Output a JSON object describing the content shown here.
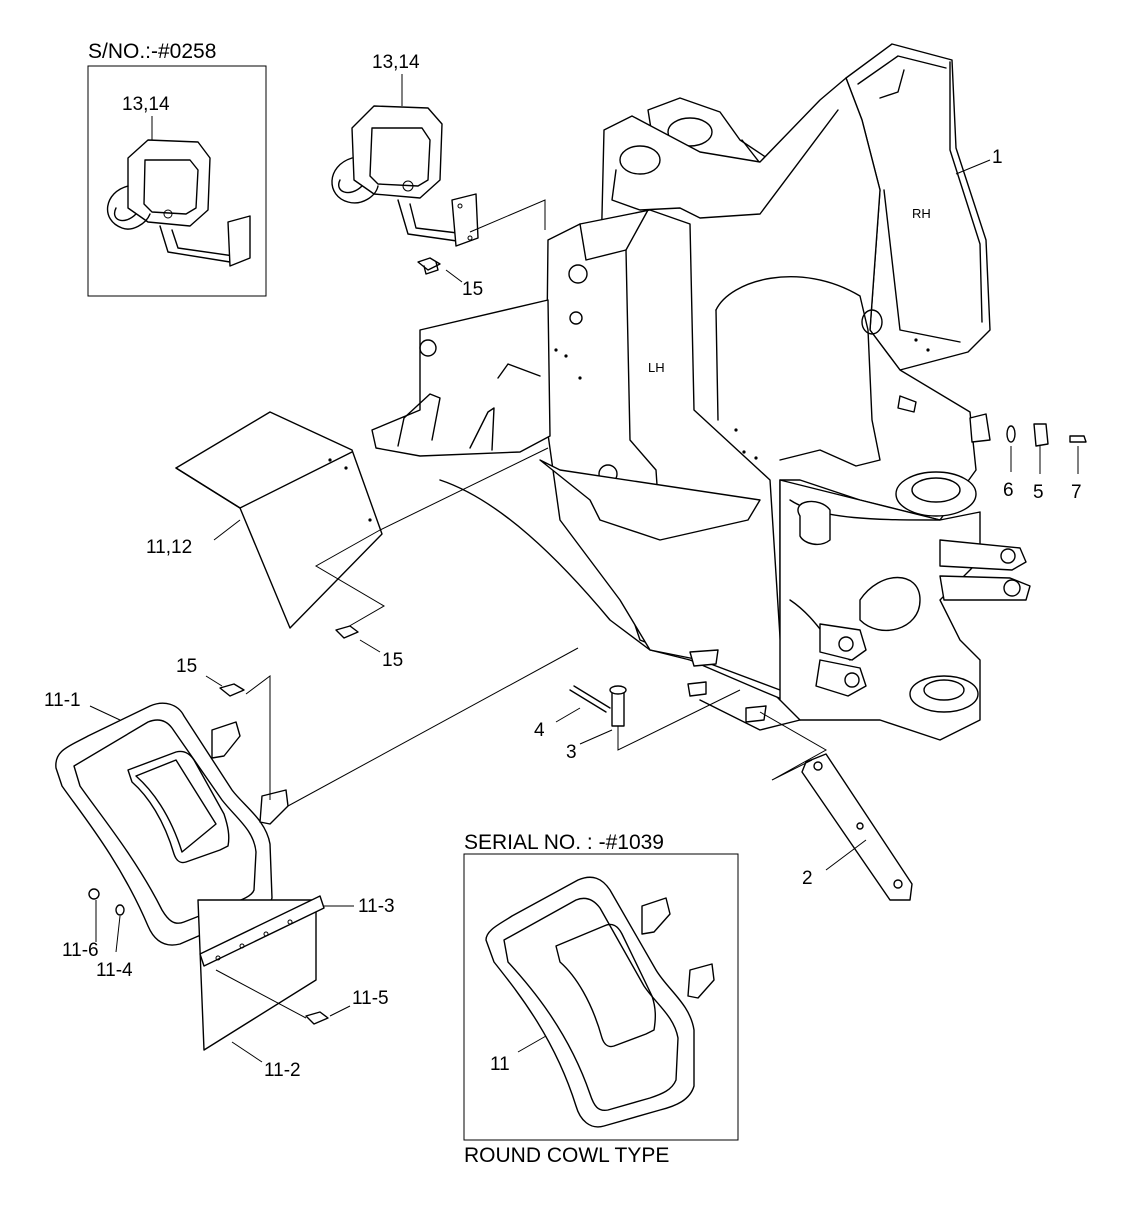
{
  "insets": {
    "early_serial": {
      "caption": "S/NO.:-#0258",
      "part_label": "13,14"
    },
    "round_cowl": {
      "caption_top": "SERIAL NO. : -#1039",
      "caption_bottom": "ROUND COWL TYPE",
      "part_label": "11"
    }
  },
  "callouts": {
    "p1": "1",
    "p2": "2",
    "p3": "3",
    "p4": "4",
    "p5": "5",
    "p6": "6",
    "p7": "7",
    "p11_1": "11-1",
    "p11_2": "11-2",
    "p11_3": "11-3",
    "p11_4": "11-4",
    "p11_5": "11-5",
    "p11_6": "11-6",
    "p11_12": "11,12",
    "p13_14": "13,14",
    "p15_top": "15",
    "p15_mid": "15",
    "p15_low": "15"
  },
  "frame_marks": {
    "right": "RH",
    "left": "LH"
  }
}
